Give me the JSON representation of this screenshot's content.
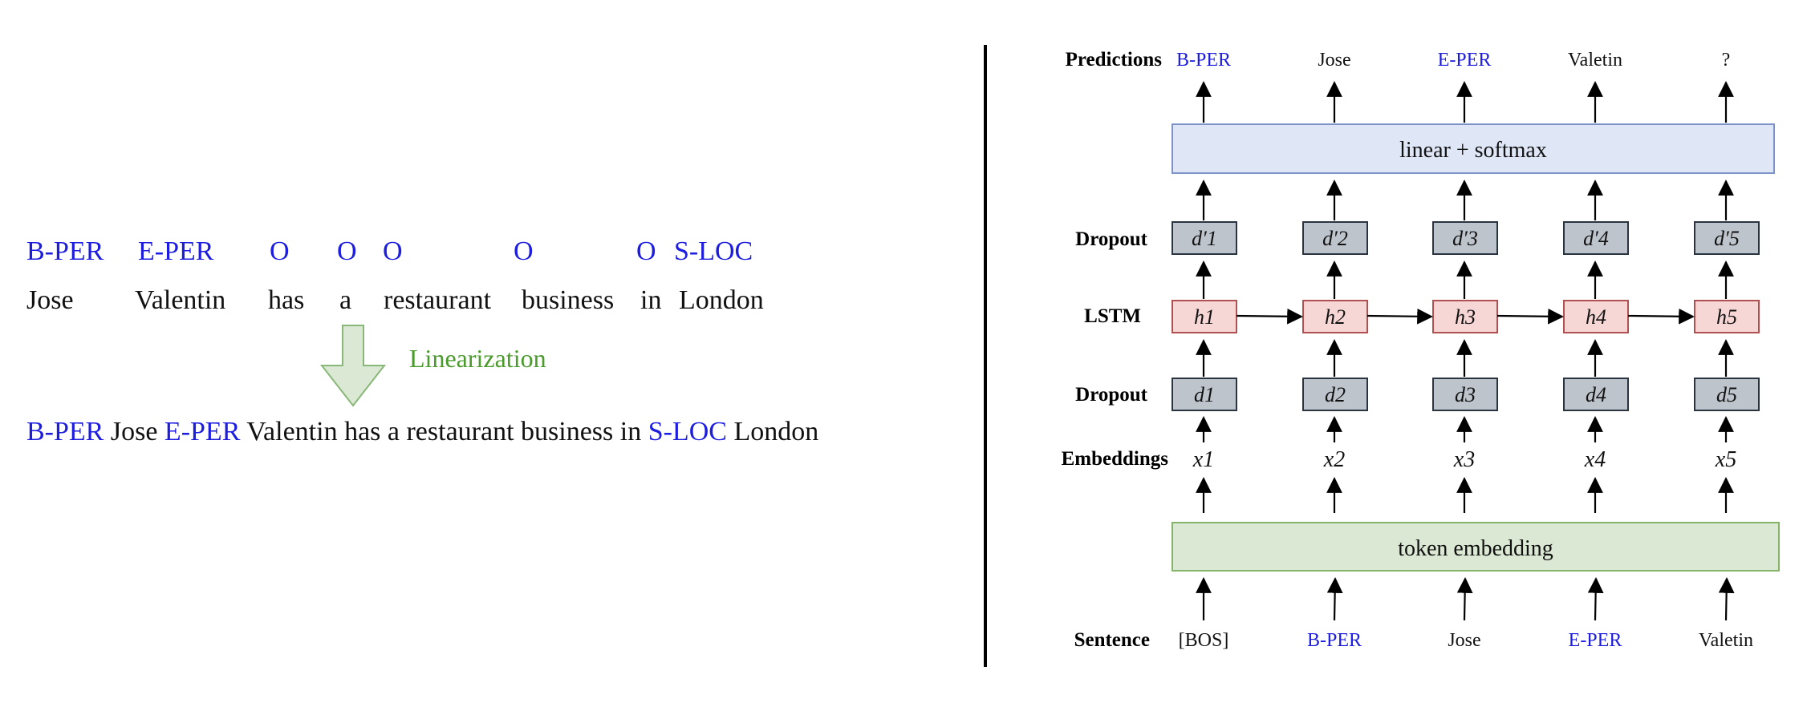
{
  "left": {
    "tagged_tokens": [
      {
        "tag": "B-PER",
        "word": "Jose"
      },
      {
        "tag": "E-PER",
        "word": "Valentin"
      },
      {
        "tag": "O",
        "word": "has"
      },
      {
        "tag": "O",
        "word": "a"
      },
      {
        "tag": "O",
        "word": "restaurant"
      },
      {
        "tag": "O",
        "word": "business"
      },
      {
        "tag": "O",
        "word": "in"
      },
      {
        "tag": "S-LOC",
        "word": "London"
      }
    ],
    "linearization_label": "Linearization",
    "linearized": [
      {
        "text": "B-PER",
        "kind": "tag"
      },
      {
        "text": "Jose",
        "kind": "word"
      },
      {
        "text": "E-PER",
        "kind": "tag"
      },
      {
        "text": "Valentin has a restaurant business in",
        "kind": "word"
      },
      {
        "text": "S-LOC",
        "kind": "tag"
      },
      {
        "text": "London",
        "kind": "word"
      }
    ]
  },
  "right": {
    "row_labels": {
      "predictions": "Predictions",
      "dropout_top": "Dropout",
      "lstm": "LSTM",
      "dropout_bottom": "Dropout",
      "embeddings": "Embeddings",
      "sentence": "Sentence"
    },
    "predictions": [
      {
        "text": "B-PER",
        "kind": "tag"
      },
      {
        "text": "Jose",
        "kind": "word"
      },
      {
        "text": "E-PER",
        "kind": "tag"
      },
      {
        "text": "Valetin",
        "kind": "word"
      },
      {
        "text": "?",
        "kind": "word"
      }
    ],
    "linear_softmax": "linear + softmax",
    "dropout_top_nodes": [
      "d′1",
      "d′2",
      "d′3",
      "d′4",
      "d′5"
    ],
    "lstm_nodes": [
      "h1",
      "h2",
      "h3",
      "h4",
      "h5"
    ],
    "dropout_bottom_nodes": [
      "d1",
      "d2",
      "d3",
      "d4",
      "d5"
    ],
    "embeddings": [
      "x1",
      "x2",
      "x3",
      "x4",
      "x5"
    ],
    "token_embedding": "token embedding",
    "sentence": [
      {
        "text": "[BOS]",
        "kind": "word"
      },
      {
        "text": "B-PER",
        "kind": "tag"
      },
      {
        "text": "Jose",
        "kind": "word"
      },
      {
        "text": "E-PER",
        "kind": "tag"
      },
      {
        "text": "Valetin",
        "kind": "word"
      }
    ],
    "colors": {
      "tag": "#1d1de0",
      "linear_box_fill": "#dfe7f7",
      "linear_box_stroke": "#7d93c8",
      "gray_node_fill": "#bdc4cb",
      "gray_node_stroke": "#2a3440",
      "lstm_node_fill": "#f7d6d6",
      "lstm_node_stroke": "#b05050",
      "embed_box_fill": "#dbe8d4",
      "embed_box_stroke": "#85b36a",
      "linearization_arrow_fill": "#dbe8d4",
      "linearization_arrow_stroke": "#88b878"
    }
  }
}
